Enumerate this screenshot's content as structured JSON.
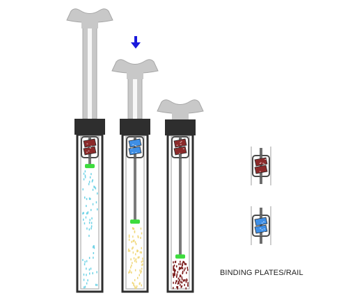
{
  "diagram": {
    "caption": "BINDING PLATES/RAIL",
    "colors": {
      "housing": "#2e2e2e",
      "plunger": "#c8c8c8",
      "plunger_stroke": "#a6a6a6",
      "tube_wall": "#bdbdbd",
      "stopper": "#3ddc3d",
      "arrow": "#1a1adc",
      "plate_red": "#8b2a2a",
      "plate_blue": "#3f8fe6",
      "fill_cyan": "#6fd3e6",
      "fill_yellow": "#f0d77a",
      "fill_darkred": "#7a1a1a"
    },
    "syringes": [
      {
        "id": "syringe-1",
        "state": "extended",
        "binding_plate": "red",
        "contents": "cyan",
        "stopper_level": 0.06
      },
      {
        "id": "syringe-2",
        "state": "being-pressed",
        "binding_plate": "blue",
        "contents": "yellow",
        "stopper_level": 0.49
      },
      {
        "id": "syringe-3",
        "state": "depressed",
        "binding_plate": "red",
        "contents": "dark-red",
        "stopper_level": 0.76
      }
    ],
    "legend": [
      {
        "id": "legend-red-plates",
        "plate": "red"
      },
      {
        "id": "legend-blue-plates",
        "plate": "blue"
      }
    ]
  }
}
